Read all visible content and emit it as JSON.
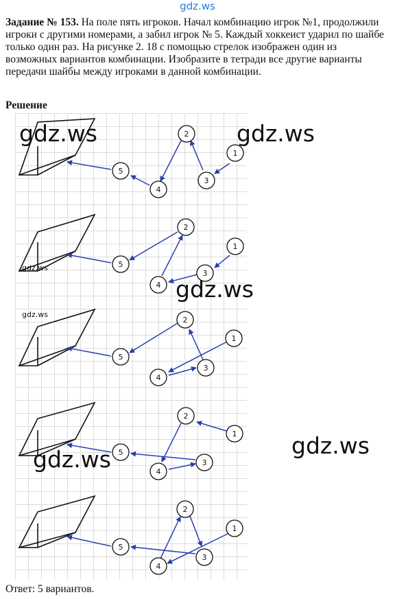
{
  "header": {
    "site": "gdz.ws"
  },
  "task": {
    "title": "Задание № 153.",
    "text": "На поле пять игроков. Начал комбинацию игрок №1, продолжили игроки с другими номерами, а забил игрок № 5. Каждый хоккеист ударил по шайбе только один раз. На рисунке 2. 18 с помощью стрелок изображен один из возможных вариантов комбинации. Изобразите в тетради все другие варианты передачи шайбы между игроками в данной комбинации."
  },
  "solution_label": "Решение",
  "player_labels": [
    "1",
    "2",
    "3",
    "4",
    "5"
  ],
  "answer": "Ответ: 5 вариантов.",
  "watermarks": [
    "gdz.ws",
    "gdz.ws",
    "gdz.ws",
    "gdz.ws",
    "gdz.ws",
    "gdz.ws",
    "gdz.ws"
  ],
  "arrow_color": "#2a3fb0"
}
